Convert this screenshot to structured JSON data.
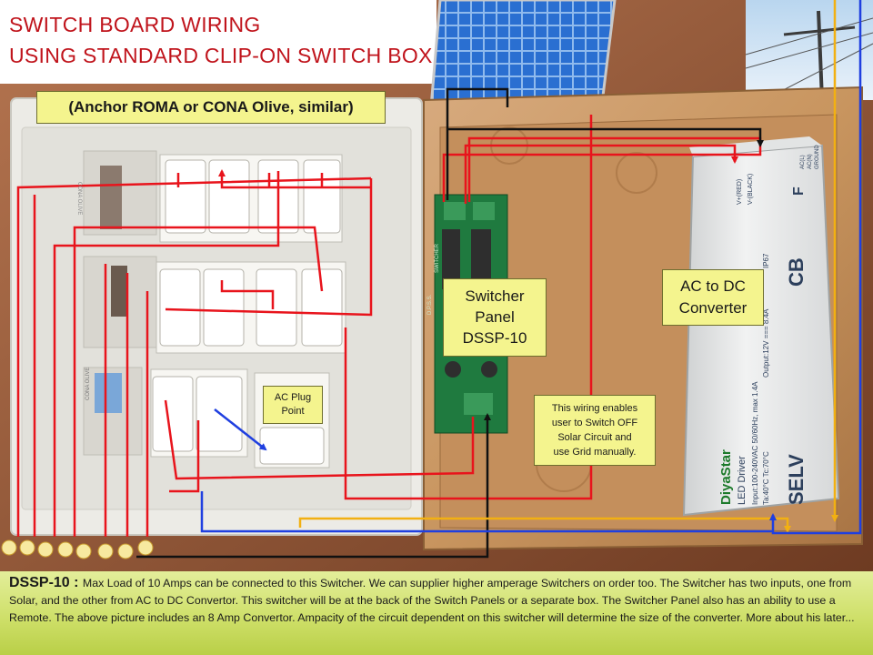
{
  "title": {
    "line1": "SWITCH BOARD  WIRING",
    "line2": "USING STANDARD  CLIP-ON SWITCH BOX"
  },
  "labels": {
    "anchor": "(Anchor ROMA or CONA  Olive, similar)",
    "switcher": [
      "Switcher",
      "Panel",
      "DSSP-10"
    ],
    "acdc": [
      "AC to DC",
      "Converter"
    ],
    "acplug": [
      "AC Plug",
      "Point"
    ],
    "wiring_note": [
      "This wiring enables",
      "user to Switch OFF",
      "Solar Circuit  and",
      "use Grid manually."
    ]
  },
  "footer": {
    "term": "DSSP-10 : ",
    "text": "Max Load of 10 Amps can be connected to this Switcher.  We can supplier higher amperage Switchers on order too. The Switcher has two inputs, one  from Solar, and the other from AC to DC Convertor.  This switcher will be at the back of the Switch Panels or a separate  box.  The Switcher Panel also has an ability to use a Remote.  The above picture includes an 8 Amp Convertor. Ampacity of the circuit dependent on this switcher will determine the size of the converter.   More about his later..."
  },
  "photo_text": {
    "plate_brand": "CONA OLIVE",
    "board_marks": [
      "D.P.S.S.",
      "SWITCHER"
    ],
    "driver_brand": "DiyaStar",
    "driver_type": "LED Driver",
    "driver_specs": [
      "Input:100-240VAC  50/60Hz, max 1.4A",
      "Output:12V === 8.4A",
      "Ta:40°C  Tc:70°C",
      "IP67"
    ],
    "driver_wire_labels": [
      "V+(RED)",
      "V-(BLACK)",
      "AC(L)",
      "AC(N)",
      "GROUND"
    ],
    "driver_marks": [
      "SELV",
      "CB",
      "F"
    ]
  },
  "colors": {
    "title": "#c0141c",
    "callout_fill": "#f4f48e",
    "footer_band": "#cfe06a",
    "wire_red": "#e8141c",
    "wire_blue": "#1f3fe0",
    "wire_yellow": "#f2b012",
    "wire_black": "#111111"
  }
}
